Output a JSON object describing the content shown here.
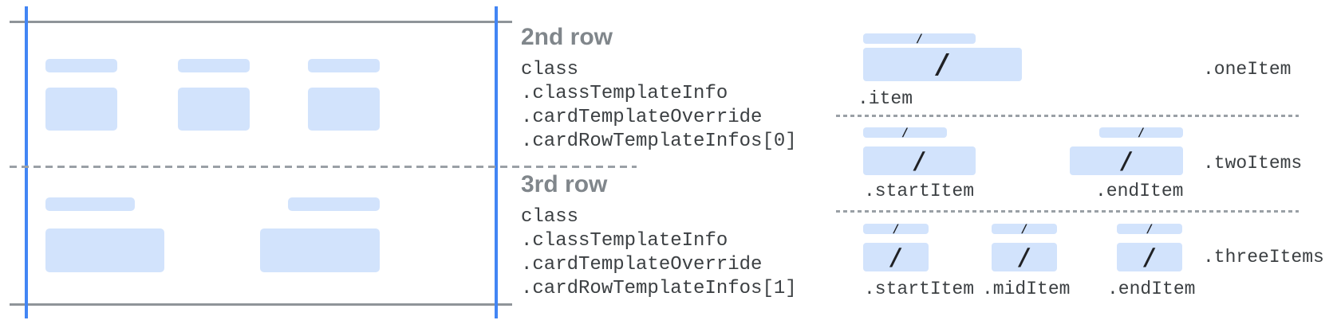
{
  "colors": {
    "placeholder_fill": "#d2e3fc",
    "margin_guide_blue": "#4285f4",
    "card_edge_gray": "#8f9499",
    "dashed_divider_gray": "#9aa0a6",
    "heading_gray": "#80868b",
    "code_text": "#3c4043",
    "slash_dark": "#202124"
  },
  "card": {
    "rows": [
      {
        "heading": "2nd row",
        "code_lines": [
          "class",
          ".classTemplateInfo",
          ".cardTemplateOverride",
          ".cardRowTemplateInfos[0]"
        ]
      },
      {
        "heading": "3rd row",
        "code_lines": [
          "class",
          ".classTemplateInfo",
          ".cardTemplateOverride",
          ".cardRowTemplateInfos[1]"
        ]
      }
    ]
  },
  "templates": {
    "slash": "/",
    "groups": [
      {
        "label": ".oneItem",
        "item_labels": [
          ".item"
        ]
      },
      {
        "label": ".twoItems",
        "item_labels": [
          ".startItem",
          ".endItem"
        ]
      },
      {
        "label": ".threeItems",
        "item_labels": [
          ".startItem",
          ".midItem",
          ".endItem"
        ]
      }
    ]
  }
}
